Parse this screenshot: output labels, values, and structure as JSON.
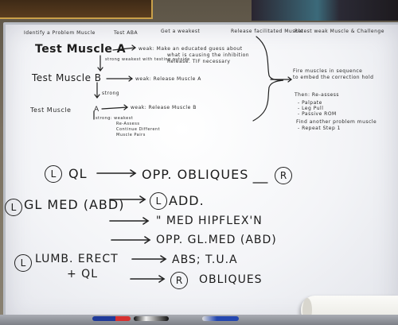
{
  "header": {
    "step1": "Identify a Problem Muscle",
    "step1b": "Test ABA",
    "step2": "Get a weakest",
    "step3": "Release facilitated Muscle",
    "step4": "Retest weak Muscle & Challenge"
  },
  "tests": {
    "a_label": "Test Muscle A",
    "a_weak": "weak: Make an educated guess about",
    "a_weak2": "what is causing the inhibition",
    "a_weak3": "Release. TIF necessary",
    "a_strong": "strong weakest with testing outside",
    "b_label": "Test Muscle B",
    "b_weak": "weak: Release Muscle A",
    "b_strong": "strong",
    "c_label": "Test Muscle",
    "c_a": "A",
    "c_weak": "weak: Release Muscle B",
    "c_strong1": "strong: weakest",
    "c_strong2": "Re-Assess",
    "c_strong3": "Continue Different",
    "c_strong4": "Muscle Pairs"
  },
  "right_notes": {
    "line1": "Fire muscles in sequence",
    "line2": "to embed the correction hold",
    "line3": "Then: Re-assess",
    "line4": "- Palpate",
    "line5": "- Leg Pull",
    "line6": "- Passive ROM",
    "line7": "Find another problem muscle",
    "line8": "- Repeat Step 1"
  },
  "pairs": {
    "circle_l": "L",
    "circle_r": "R",
    "ql": "QL",
    "opp_obliques": "OPP. OBLIQUES",
    "gl_med": "GL MED (ABD)",
    "add": "ADD.",
    "med_hip": "\" MED HIPFLEX'N",
    "opp_gl_med": "OPP. GL.MED (ABD)",
    "lumb_erect": "LUMB. ERECT",
    "plus_ql": "+ QL",
    "abs_tva": "ABS; T.U.A",
    "obliques": "OBLIQUES"
  }
}
